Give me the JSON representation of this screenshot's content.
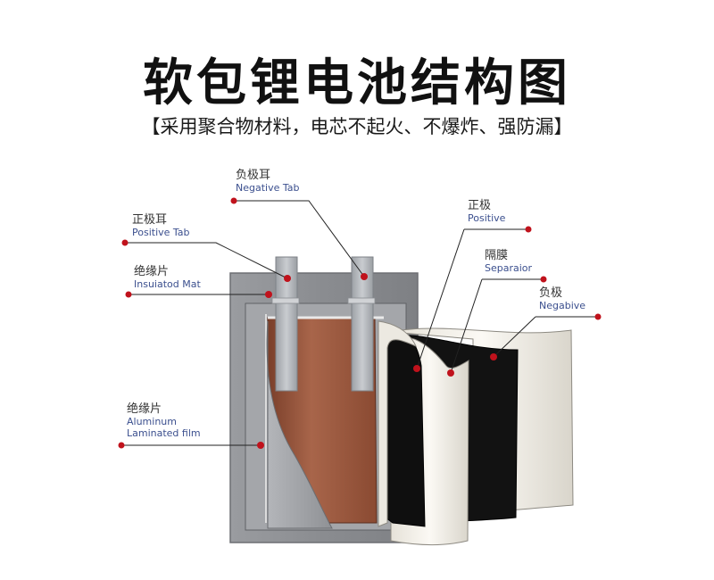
{
  "title": "软包锂电池结构图",
  "subtitle": "【采用聚合物材料，电芯不起火、不爆炸、强防漏】",
  "labels": {
    "negative_tab": {
      "zh": "负极耳",
      "en": "Negative Tab"
    },
    "positive_tab": {
      "zh": "正极耳",
      "en": "Positive Tab"
    },
    "insulated_mat": {
      "zh": "绝缘片",
      "en": "Insuiatod Mat"
    },
    "aluminum_film": {
      "zh": "绝缘片",
      "en1": "Aluminum",
      "en2": "Laminated film"
    },
    "positive": {
      "zh": "正极",
      "en": "Positive"
    },
    "separator": {
      "zh": "隔膜",
      "en": "Separaior"
    },
    "negative": {
      "zh": "负极",
      "en": "Negabive"
    }
  },
  "colors": {
    "pointer_dot": "#c0121c",
    "leader_line": "#222222",
    "casing": "#8e9094",
    "copper": "#9a5a40",
    "tab": "#b9bcc1",
    "black_layer": "#111111",
    "white_layer": "#f4f1ea"
  }
}
